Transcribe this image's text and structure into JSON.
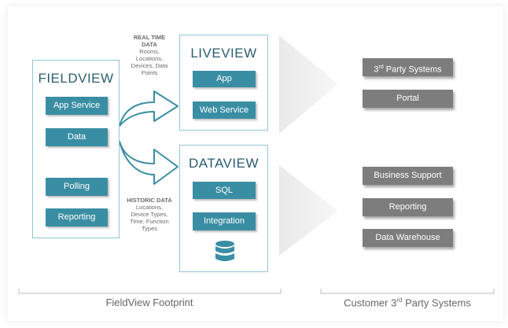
{
  "fieldview": {
    "title": "FIELDVIEW",
    "items": [
      "App Service",
      "Data",
      "Polling",
      "Reporting"
    ]
  },
  "liveview": {
    "title": "LIVEVIEW",
    "items": [
      "App",
      "Web Service"
    ]
  },
  "dataview": {
    "title": "DATAVIEW",
    "items": [
      "SQL",
      "Integration"
    ],
    "db_icon": "database-icon"
  },
  "notes": {
    "realtime": {
      "title": "REAL TIME DATA",
      "body": "Rooms,\nLocations,\nDevices, Data\nPoints"
    },
    "historic": {
      "title": "HISTORIC DATA",
      "body": "Locations,\nDevice Types,\nTime, Function\nTypes"
    }
  },
  "third_party_top": {
    "item1_main": "3",
    "item1_sup": "rd",
    "item1_rest": " Party Systems",
    "item2": "Portal"
  },
  "third_party_bottom": [
    "Business Support",
    "Reporting",
    "Data Warehouse"
  ],
  "footer": {
    "left": "FieldView Footprint",
    "right_main": "Customer 3",
    "right_sup": "rd",
    "right_rest": " Party Systems"
  },
  "colors": {
    "teal_button": "#3a8ea3",
    "teal_border": "#8fc7d2",
    "gray_button": "#7d7d7d"
  }
}
